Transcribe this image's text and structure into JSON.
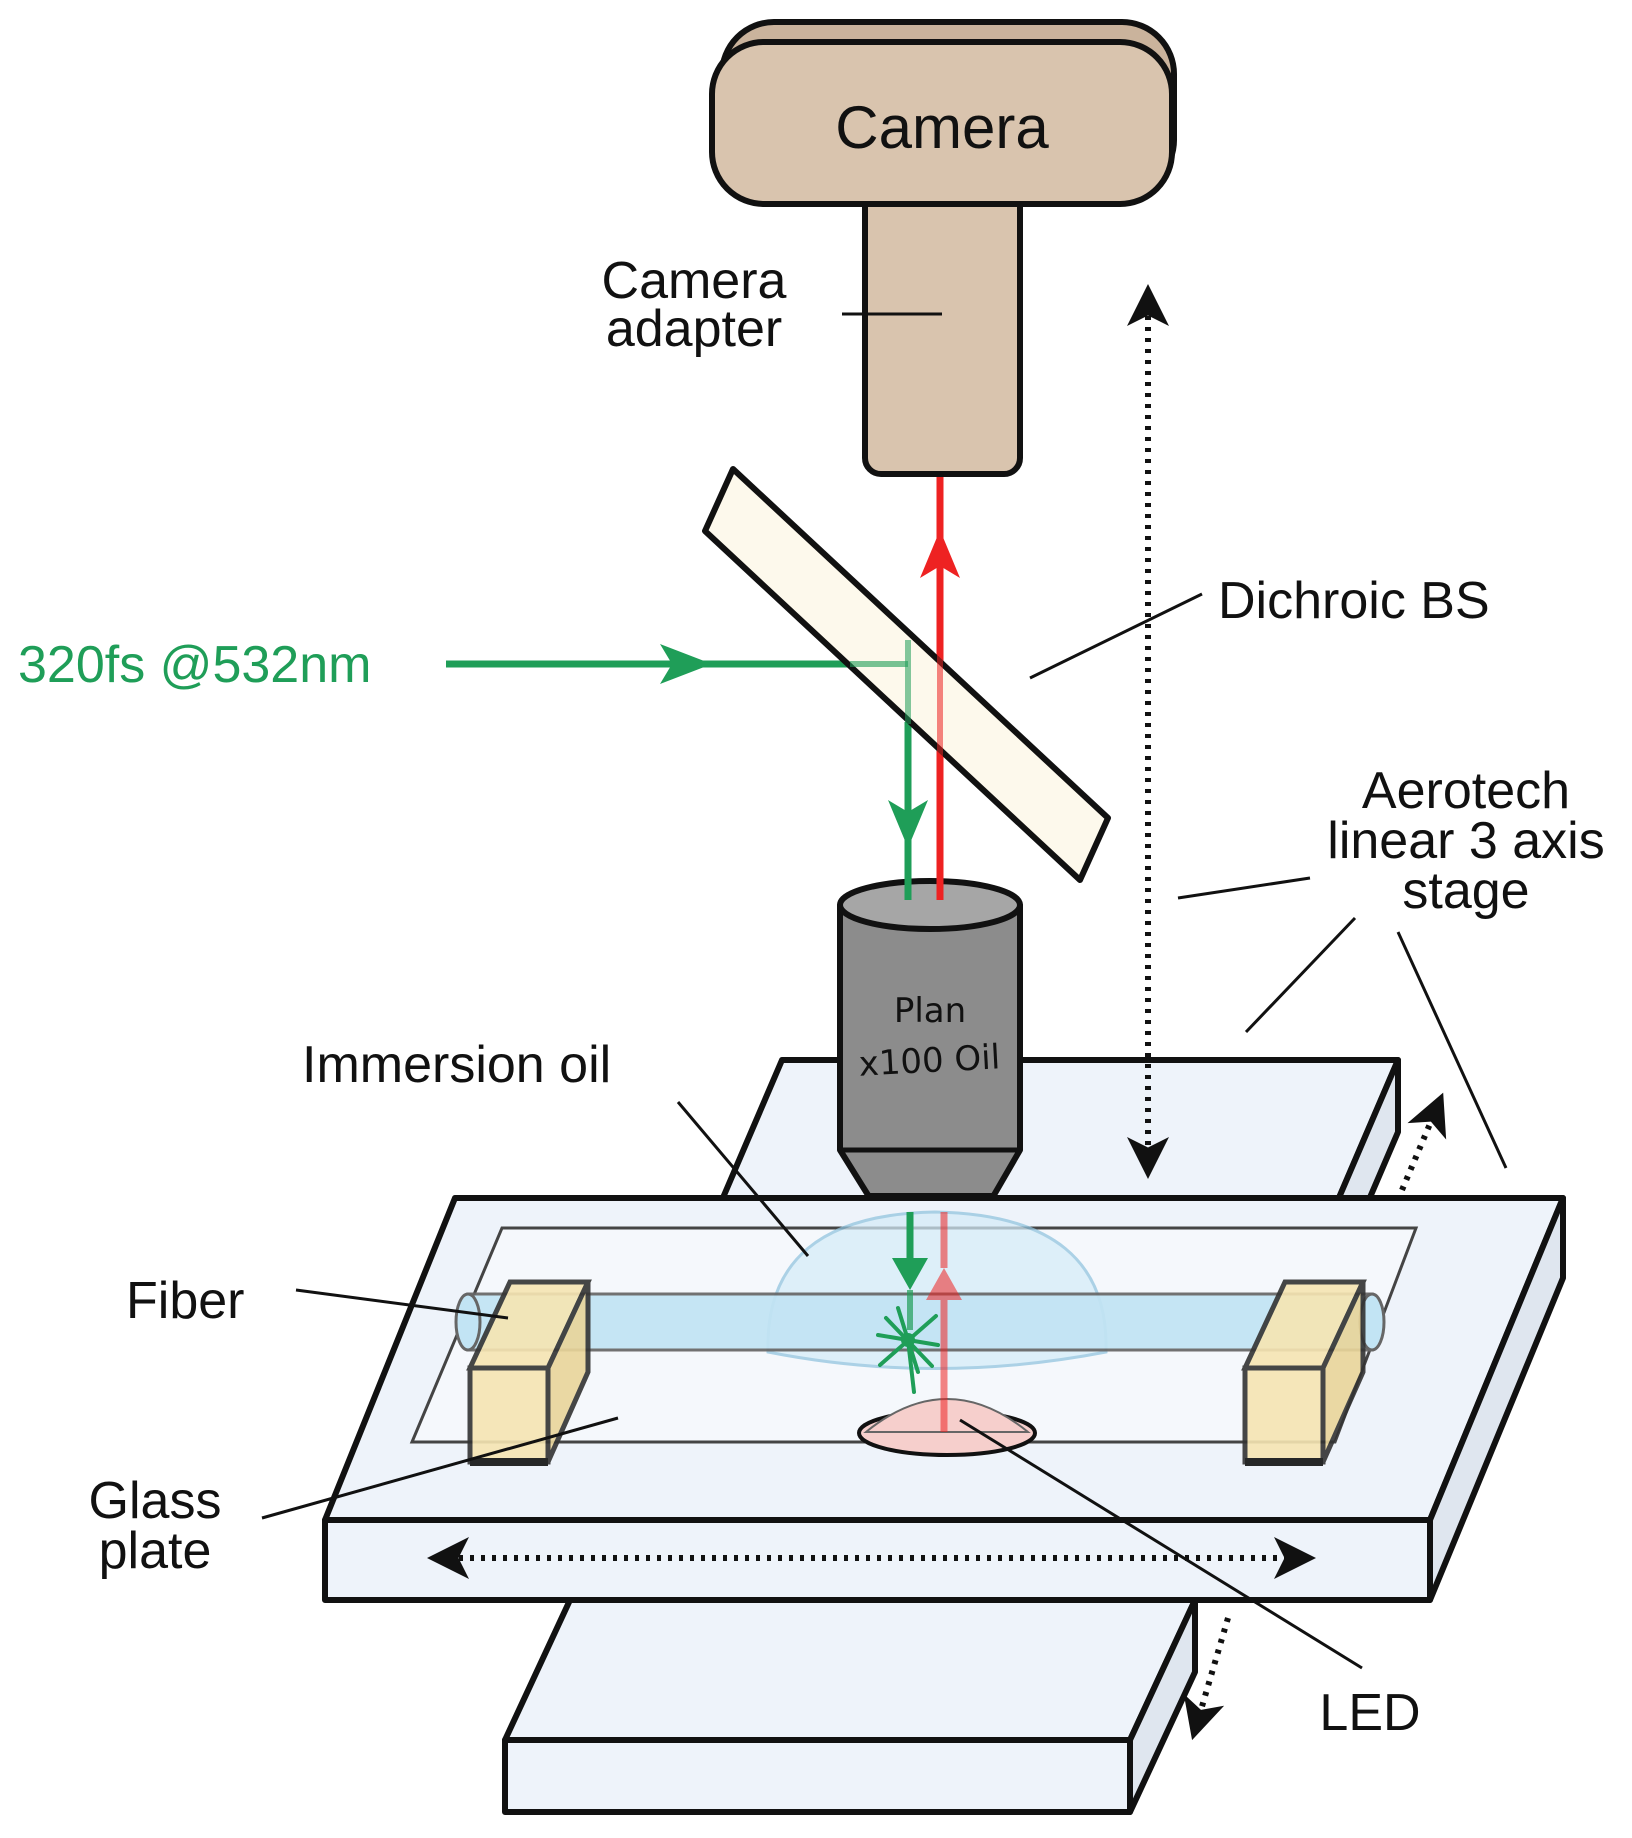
{
  "labels": {
    "camera": "Camera",
    "camera_adapter": [
      "Camera",
      "adapter"
    ],
    "laser": "320fs @532nm",
    "dichroic": "Dichroic BS",
    "stage": [
      "Aerotech",
      "linear 3 axis",
      "stage"
    ],
    "objective": [
      "Plan",
      "x100 Oil"
    ],
    "immersion_oil": "Immersion oil",
    "fiber": "Fiber",
    "glass_plate": [
      "Glass",
      "plate"
    ],
    "led": "LED"
  },
  "colors": {
    "camera_body": "#d9c4ae",
    "laser_green": "#1f9e58",
    "emission_red": "#ee2222",
    "objective_gray": "#8c8c8c",
    "stage_fill": "#eef3fa",
    "fiber_fill": "#c2e4f4",
    "clamp_fill": "#f6e5b2",
    "led_fill": "#f6cfcc",
    "oil_fill": "#d4ecf8",
    "dichroic_fill": "#fdf9ec"
  }
}
